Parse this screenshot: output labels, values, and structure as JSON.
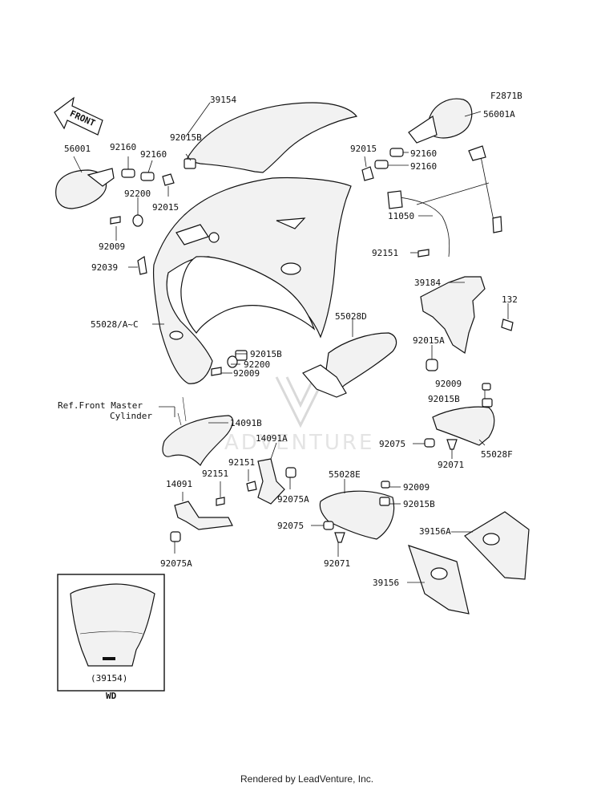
{
  "diagram": {
    "code": "F2871B",
    "front_label": "FRONT",
    "footer": "Rendered by LeadVenture, Inc.",
    "watermark": "ADVENTURE",
    "inset_part": "(39154)",
    "inset_variant": "WD",
    "labels": [
      {
        "id": "l39154",
        "text": "39154"
      },
      {
        "id": "l56001A",
        "text": "56001A"
      },
      {
        "id": "l92015B_top",
        "text": "92015B"
      },
      {
        "id": "l56001",
        "text": "56001"
      },
      {
        "id": "l92160_a",
        "text": "92160"
      },
      {
        "id": "l92160_b",
        "text": "92160"
      },
      {
        "id": "l92015_r",
        "text": "92015"
      },
      {
        "id": "l92160_c",
        "text": "92160"
      },
      {
        "id": "l92160_d",
        "text": "92160"
      },
      {
        "id": "l92200_a",
        "text": "92200"
      },
      {
        "id": "l92015_l",
        "text": "92015"
      },
      {
        "id": "l11050",
        "text": "11050"
      },
      {
        "id": "l92009_a",
        "text": "92009"
      },
      {
        "id": "l92039",
        "text": "92039"
      },
      {
        "id": "l92151_a",
        "text": "92151"
      },
      {
        "id": "l39184",
        "text": "39184"
      },
      {
        "id": "l132",
        "text": "132"
      },
      {
        "id": "l55028AC",
        "text": "55028/A~C"
      },
      {
        "id": "l55028D",
        "text": "55028D"
      },
      {
        "id": "l92015A",
        "text": "92015A"
      },
      {
        "id": "l92015B_mid",
        "text": "92015B"
      },
      {
        "id": "l92200_b",
        "text": "92200"
      },
      {
        "id": "l92009_b",
        "text": "92009"
      },
      {
        "id": "l92009_c",
        "text": "92009"
      },
      {
        "id": "l92015B_r",
        "text": "92015B"
      },
      {
        "id": "lref1",
        "text": "Ref.Front Master"
      },
      {
        "id": "lref2",
        "text": "Cylinder"
      },
      {
        "id": "l14091B",
        "text": "14091B"
      },
      {
        "id": "l14091A",
        "text": "14091A"
      },
      {
        "id": "l92075_a",
        "text": "92075"
      },
      {
        "id": "l55028F",
        "text": "55028F"
      },
      {
        "id": "l92151_b",
        "text": "92151"
      },
      {
        "id": "l92071_a",
        "text": "92071"
      },
      {
        "id": "l14091",
        "text": "14091"
      },
      {
        "id": "l92151_c",
        "text": "92151"
      },
      {
        "id": "l92075A_a",
        "text": "92075A"
      },
      {
        "id": "l55028E",
        "text": "55028E"
      },
      {
        "id": "l92009_d",
        "text": "92009"
      },
      {
        "id": "l92015B_b",
        "text": "92015B"
      },
      {
        "id": "l92075_b",
        "text": "92075"
      },
      {
        "id": "l39156A",
        "text": "39156A"
      },
      {
        "id": "l92075A_b",
        "text": "92075A"
      },
      {
        "id": "l92071_b",
        "text": "92071"
      },
      {
        "id": "l39156",
        "text": "39156"
      }
    ]
  }
}
